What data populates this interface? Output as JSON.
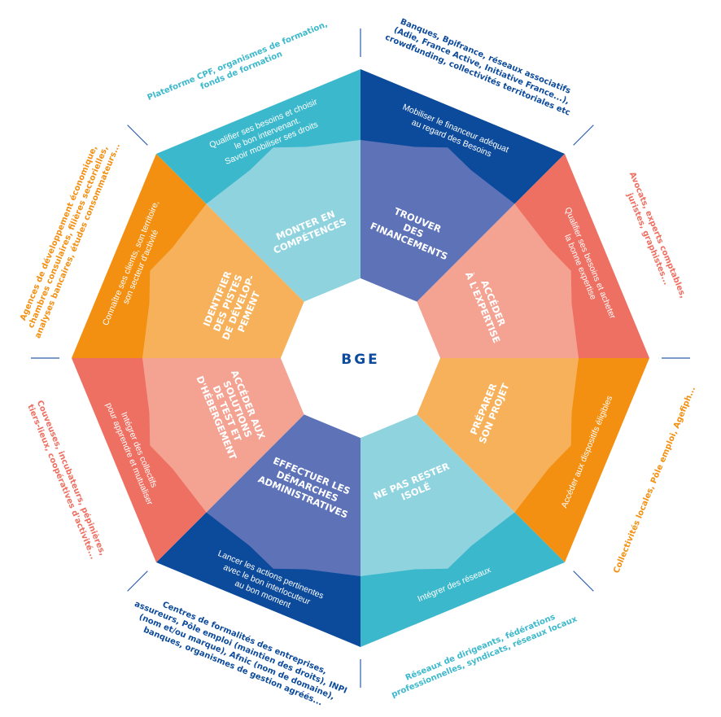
{
  "center_label": "BGE",
  "colors": {
    "navy": "#0c4a9b",
    "periwinkle": "#5e72b8",
    "teal": "#3cb8cc",
    "light_teal": "#8fd3df",
    "orange": "#f39012",
    "light_orange": "#f6b15a",
    "coral": "#ee7062",
    "light_coral": "#f4a292",
    "rule": "#2b5da8"
  },
  "segments": [
    {
      "id": "financements",
      "inner_lines": [
        "TROUVER",
        "DES",
        "FINANCEMENTS"
      ],
      "mid_lines": [
        "Mobiliser le financeur adéquat",
        "au regard des Besoins"
      ],
      "outer_lines": [
        "Banques, Bpifrance, réseaux associatifs",
        "(Adie, France Active, Initiative France...),",
        "crowdfunding, collectivités territoriales etc"
      ],
      "inner_color": "#5e72b8",
      "mid_color": "#0c4a9b",
      "outer_text_color": "#0c4a9b"
    },
    {
      "id": "expertise",
      "inner_lines": [
        "ACCÉDER",
        "À L'EXPERTISE"
      ],
      "mid_lines": [
        "Qualifier ses besoins et acheter",
        "la bonne expertise"
      ],
      "outer_lines": [
        "Avocats, experts comptables,",
        "juristes, graphistes..."
      ],
      "inner_color": "#f4a292",
      "mid_color": "#ee7062",
      "outer_text_color": "#ee7062"
    },
    {
      "id": "projet",
      "inner_lines": [
        "PRÉPARER",
        "SON PROJET"
      ],
      "mid_lines": [
        "Accéder aux dispositifs éligibles"
      ],
      "outer_lines": [
        "Collectivités locales, Pôle emploi, Agefiph..."
      ],
      "inner_color": "#f6b15a",
      "mid_color": "#f39012",
      "outer_text_color": "#f39012"
    },
    {
      "id": "isole",
      "inner_lines": [
        "NE PAS RESTER",
        "ISOLÉ"
      ],
      "mid_lines": [
        "Intégrer des réseaux"
      ],
      "outer_lines": [
        "Réseaux de dirigeants, fédérations",
        "professionnelles, syndicats, réseaux locaux"
      ],
      "inner_color": "#8fd3df",
      "mid_color": "#3cb8cc",
      "outer_text_color": "#3cb8cc"
    },
    {
      "id": "demarches",
      "inner_lines": [
        "EFFECTUER LES",
        "DÉMARCHES",
        "ADMINISTRATIVES"
      ],
      "mid_lines": [
        "Lancer les actions pertinentes",
        "avec le bon interlocuteur",
        "au bon moment"
      ],
      "outer_lines": [
        "Centres de formalités des entreprises,",
        "assureurs, Pôle emploi (maintien des droits), INPI",
        "(nom et/ou marque), Afnic (nom de domaine),",
        "banques, organismes de gestion agréés..."
      ],
      "inner_color": "#5e72b8",
      "mid_color": "#0c4a9b",
      "outer_text_color": "#0c4a9b"
    },
    {
      "id": "hebergement",
      "inner_lines": [
        "ACCÉDER AUX",
        "SOLUTIONS",
        "DE TEST ET",
        "D'HÉBERGEMENT"
      ],
      "mid_lines": [
        "Intégrer des collectifs",
        "pour apprendre et mutualiser"
      ],
      "outer_lines": [
        "Couveuses, incubateurs, pépinières,",
        "tiers-lieux, coopératives d'activité..."
      ],
      "inner_color": "#f4a292",
      "mid_color": "#ee7062",
      "outer_text_color": "#ee7062"
    },
    {
      "id": "pistes",
      "inner_lines": [
        "IDENTIFIER",
        "DES PISTES",
        "DE DÉVELOP-",
        "PEMENT"
      ],
      "mid_lines": [
        "Connaître ses clients, son territoire,",
        "son secteur d'activité"
      ],
      "outer_lines": [
        "Agences de développement économique,",
        "chambres consulaires, filières sectorielles,",
        "analyses bancaires, études consommateurs..."
      ],
      "inner_color": "#f6b15a",
      "mid_color": "#f39012",
      "outer_text_color": "#f39012"
    },
    {
      "id": "competences",
      "inner_lines": [
        "MONTER EN",
        "COMPÉTENCES"
      ],
      "mid_lines": [
        "Qualifier ses besoins et choisir",
        "le bon intervenant.",
        "Savoir mobiliser ses droits"
      ],
      "outer_lines": [
        "Plateforme CPF, organismes de formation,",
        "fonds de formation"
      ],
      "inner_color": "#8fd3df",
      "mid_color": "#3cb8cc",
      "outer_text_color": "#3cb8cc"
    }
  ]
}
